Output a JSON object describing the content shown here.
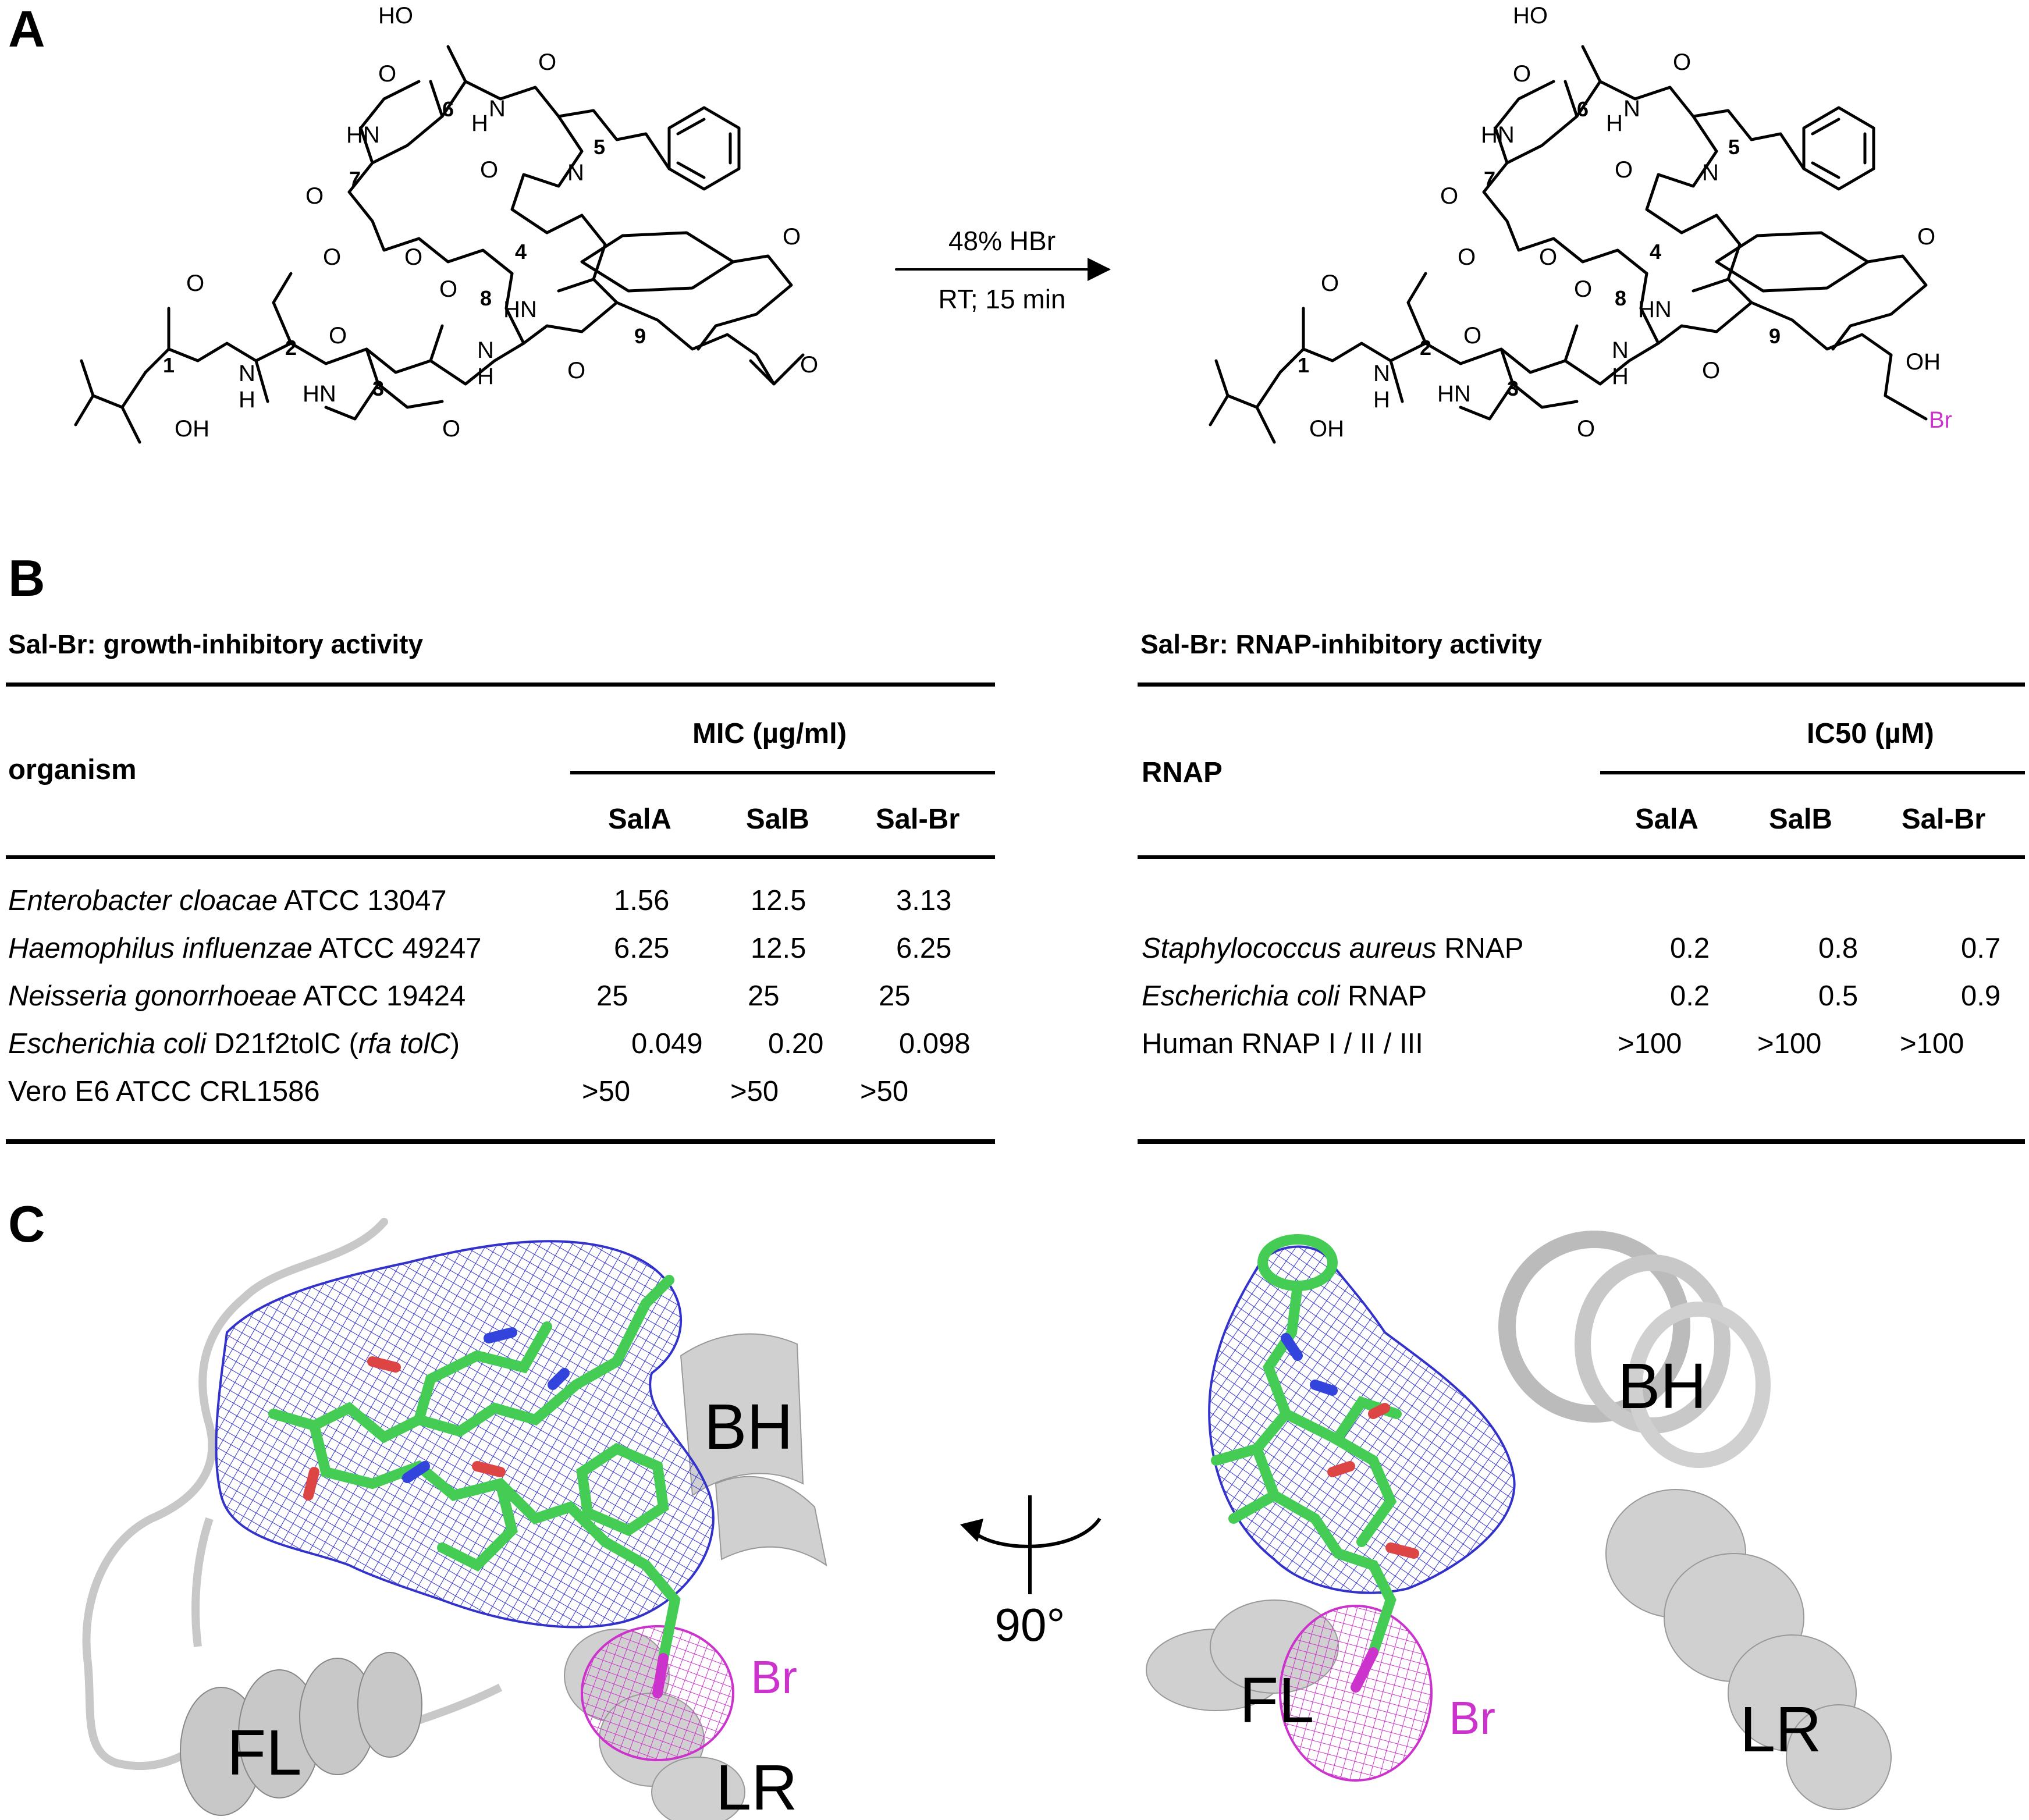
{
  "panels": {
    "a": "A",
    "b": "B",
    "c": "C"
  },
  "scheme": {
    "reagent": "48% HBr",
    "conditions": "RT; 15 min",
    "residue_numbers": [
      "1",
      "2",
      "3",
      "4",
      "5",
      "6",
      "7",
      "8",
      "9"
    ],
    "atoms": {
      "oh": "OH",
      "ho": "HO",
      "o": "O",
      "n": "N",
      "h": "H",
      "hn": "HN",
      "br": "Br"
    }
  },
  "growth": {
    "title": "Sal-Br: growth-inhibitory activity",
    "col_organism": "organism",
    "group_header": "MIC (µg/ml)",
    "cols": [
      "SalA",
      "SalB",
      "Sal-Br"
    ],
    "rows": [
      {
        "italic": "Enterobacter cloacae",
        "rest": " ATCC 13047",
        "vals": [
          "1.56",
          "12.5",
          "3.13"
        ]
      },
      {
        "italic": "Haemophilus influenzae",
        "rest": " ATCC 49247",
        "vals": [
          "6.25",
          "12.5",
          "6.25"
        ]
      },
      {
        "italic": "Neisseria gonorrhoeae",
        "rest": " ATCC 19424",
        "vals": [
          "25",
          "25",
          "25"
        ]
      },
      {
        "italic": "Escherichia coli",
        "rest": " D21f2tolC (",
        "italic2": "rfa tolC",
        "rest2": ")",
        "vals": [
          "0.049",
          "0.20",
          "0.098"
        ]
      },
      {
        "italic": "",
        "rest": "Vero E6 ATCC CRL1586",
        "vals": [
          ">50",
          ">50",
          ">50"
        ]
      }
    ]
  },
  "rnap": {
    "title": "Sal-Br: RNAP-inhibitory activity",
    "col_rnap": "RNAP",
    "group_header": "IC50 (µM)",
    "cols": [
      "SalA",
      "SalB",
      "Sal-Br"
    ],
    "rows": [
      {
        "italic": "Staphylococcus aureus",
        "rest": " RNAP",
        "vals": [
          "0.2",
          "0.8",
          "0.7"
        ]
      },
      {
        "italic": "Escherichia coli",
        "rest": " RNAP",
        "vals": [
          "0.2",
          "0.5",
          "0.9"
        ]
      },
      {
        "italic": "",
        "rest": "Human RNAP I / II / III",
        "vals": [
          ">100",
          ">100",
          ">100"
        ]
      }
    ]
  },
  "structure": {
    "labels": {
      "bh": "BH",
      "fl": "FL",
      "lr": "LR",
      "br": "Br"
    },
    "rotation": "90°",
    "colors": {
      "mesh": "#3333cc",
      "br_mesh": "#cc33cc",
      "ligand": "#44cc55",
      "oxygen": "#dd4444",
      "nitrogen": "#3344dd",
      "ribbon": "#c8c8c8"
    }
  }
}
